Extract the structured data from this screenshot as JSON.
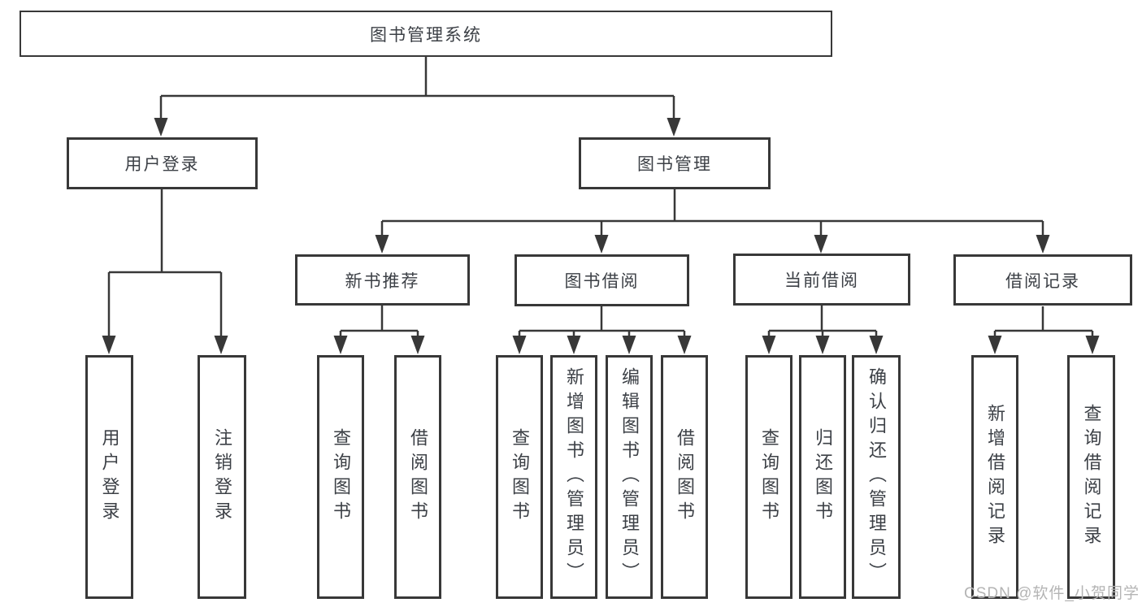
{
  "diagram_title": "图书管理系统",
  "colors": {
    "line": "#383838",
    "border": "#383838",
    "text": "#3c4046",
    "watermark": "#b4b4b4",
    "background": "#ffffff"
  },
  "tree": {
    "root": {
      "label": "图书管理系统"
    },
    "branches": [
      {
        "label": "用户登录",
        "children": [
          {
            "label": "用户登录"
          },
          {
            "label": "注销登录"
          }
        ]
      },
      {
        "label": "图书管理",
        "children": [
          {
            "label": "新书推荐",
            "children": [
              {
                "label": "查询图书"
              },
              {
                "label": "借阅图书"
              }
            ]
          },
          {
            "label": "图书借阅",
            "children": [
              {
                "label": "查询图书"
              },
              {
                "label": "新增图书（管理员）"
              },
              {
                "label": "编辑图书（管理员）"
              },
              {
                "label": "借阅图书"
              }
            ]
          },
          {
            "label": "当前借阅",
            "children": [
              {
                "label": "查询图书"
              },
              {
                "label": "归还图书"
              },
              {
                "label": "确认归还（管理员）"
              }
            ]
          },
          {
            "label": "借阅记录",
            "children": [
              {
                "label": "新增借阅记录"
              },
              {
                "label": "查询借阅记录"
              }
            ]
          }
        ]
      }
    ]
  },
  "watermark": {
    "text": "CSDN @软件_小贺同学"
  }
}
